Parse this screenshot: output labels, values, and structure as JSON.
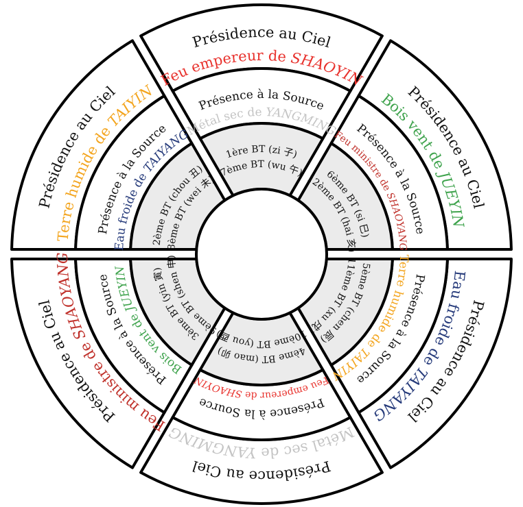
{
  "labels": {
    "outer_title": "Présidence au Ciel",
    "middle_title": "Présence à la Source"
  },
  "sectors": [
    {
      "position": "top",
      "outer": {
        "prefix": "Feu empereur de ",
        "name": "SHAOYIN",
        "color": "#e8322d"
      },
      "middle": {
        "prefix": "Métal sec de ",
        "name": "YANGMING",
        "color": "#c4c4c4",
        "small": false
      },
      "branches": [
        "1ère BT (zi 子)",
        "7ème BT (wu 午)"
      ]
    },
    {
      "position": "top-right",
      "outer": {
        "prefix": "Bois vent de ",
        "name": "JUEYIN",
        "color": "#3fa34d"
      },
      "middle": {
        "prefix": "Feu ministre de ",
        "name": "SHAOYANG",
        "color": "#c0312b",
        "small": true
      },
      "branches": [
        "6ème BT (si 巳)",
        "12ème BT (hai 亥)"
      ]
    },
    {
      "position": "bottom-right",
      "outer": {
        "prefix": "Eau froide de ",
        "name": "TAIYANG",
        "color": "#253a7a"
      },
      "middle": {
        "prefix": "Terre humide de ",
        "name": "TAIYIN",
        "color": "#f3a51f",
        "small": false
      },
      "branches": [
        "5ème BT (chen 辰)",
        "11ème BT (xu 戌)"
      ]
    },
    {
      "position": "bottom",
      "outer": {
        "prefix": "Métal sec de ",
        "name": "YANGMING",
        "color": "#c4c4c4"
      },
      "middle": {
        "prefix": "Feu empereur de ",
        "name": "SHAOYIN",
        "color": "#e8322d",
        "small": true
      },
      "branches": [
        "4ème BT (mao 卯)",
        "10ème BT (you 酉)"
      ]
    },
    {
      "position": "bottom-left",
      "outer": {
        "prefix": "Feu ministre de ",
        "name": "SHAOYANG",
        "color": "#c0312b"
      },
      "middle": {
        "prefix": "Bois vent de ",
        "name": "JUEYIN",
        "color": "#3fa34d",
        "small": false
      },
      "branches": [
        "3ème BT (yin 寅)",
        "9ème BT (shen 申)"
      ]
    },
    {
      "position": "top-left",
      "outer": {
        "prefix": "Terre humide de ",
        "name": "TAIYIN",
        "color": "#f3a51f"
      },
      "middle": {
        "prefix": "Eau froide de ",
        "name": "TAIYANG",
        "color": "#253a7a",
        "small": false
      },
      "branches": [
        "2ème BT (chou 丑)",
        "8ème BT (wei 未)"
      ]
    }
  ],
  "colors": {
    "stroke": "#000000",
    "inner_ring_fill": "#ebebeb",
    "background": "#ffffff"
  }
}
